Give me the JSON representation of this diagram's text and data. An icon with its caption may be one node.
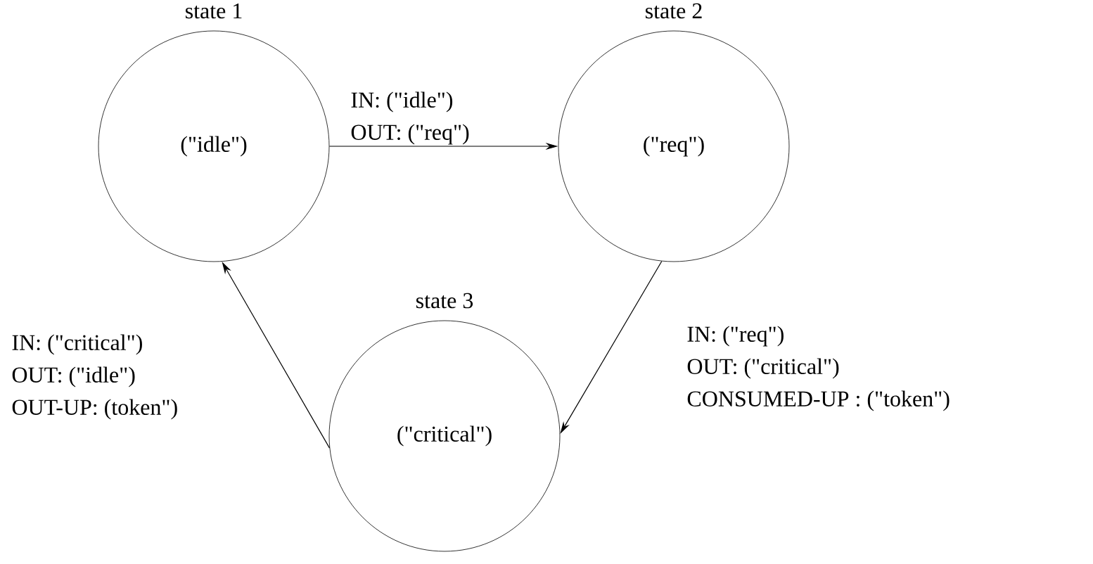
{
  "diagram": {
    "nodes": [
      {
        "text": [
          "(\"idle\")"
        ],
        "beside": [
          "state 1"
        ]
      },
      {
        "text": [
          "(\"req\")"
        ],
        "beside": [
          "state 2"
        ]
      },
      {
        "text": [
          "(\"critical\")"
        ],
        "beside": [
          "state 3"
        ]
      }
    ],
    "edges": [
      {
        "from": 0,
        "to": 1,
        "arrow": "to",
        "label": [
          "IN: (\"idle\")",
          "OUT: (\"req\")"
        ]
      },
      {
        "from": 1,
        "to": 2,
        "arrow": "to",
        "label": [
          "IN: (\"req\")",
          "OUT: (\"critical\")",
          "CONSUMED-UP : (\"token\")"
        ]
      },
      {
        "from": 2,
        "to": 0,
        "arrow": "to",
        "label": [
          "IN: (\"critical\")",
          "OUT: (\"idle\")",
          "OUT-UP: (token\")"
        ]
      }
    ]
  }
}
